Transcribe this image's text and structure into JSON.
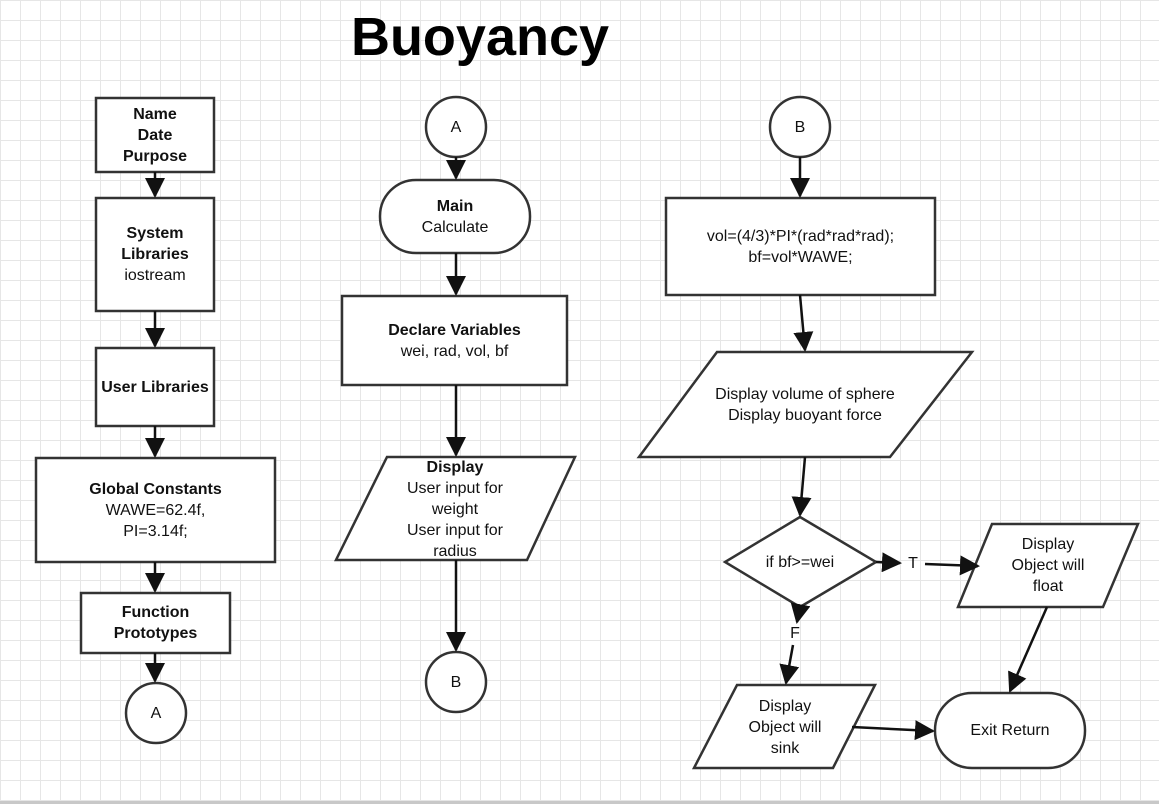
{
  "title": "Buoyancy",
  "col1": {
    "header_box": [
      "Name",
      "Date",
      "Purpose"
    ],
    "system_libraries": {
      "label": "System Libraries",
      "value": "iostream"
    },
    "user_libraries": "User Libraries",
    "global_constants": {
      "label": "Global Constants",
      "line1": "WAWE=62.4f,",
      "line2": "PI=3.14f;"
    },
    "function_prototypes": "Function Prototypes",
    "connector": "A"
  },
  "col2": {
    "connector_top": "A",
    "main": {
      "label": "Main",
      "value": "Calculate"
    },
    "declare": {
      "label": "Declare Variables",
      "value": "wei, rad, vol, bf"
    },
    "display": {
      "label": "Display",
      "line1": "User input for",
      "line2": "weight",
      "line3": "User input for",
      "line4": "radius"
    },
    "connector_bottom": "B"
  },
  "col3": {
    "connector_top": "B",
    "compute": {
      "line1": "vol=(4/3)*PI*(rad*rad*rad);",
      "line2": "bf=vol*WAWE;"
    },
    "display_results": {
      "line1": "Display volume of sphere",
      "line2": "Display buoyant force"
    },
    "decision": "if bf>=wei",
    "true_label": "T",
    "false_label": "F",
    "float_output": {
      "line1": "Display",
      "line2": "Object will",
      "line3": "float"
    },
    "sink_output": {
      "line1": "Display",
      "line2": "Object will",
      "line3": "sink"
    },
    "exit": "Exit Return"
  },
  "colors": {
    "stroke": "#333333",
    "fill": "#ffffff",
    "text": "#111111",
    "grid": "#e6e6e6"
  }
}
